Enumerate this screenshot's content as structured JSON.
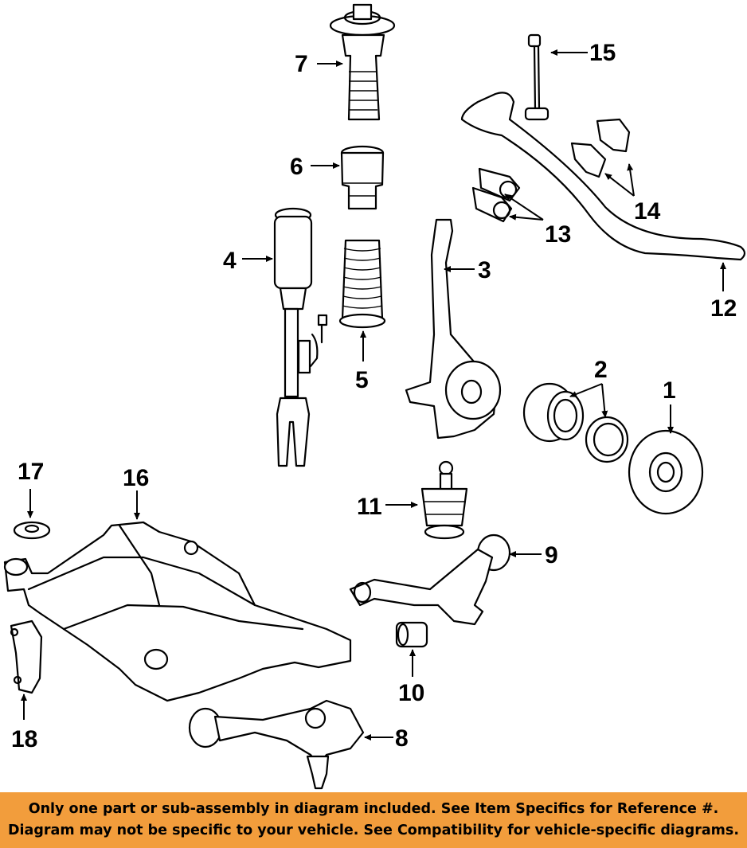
{
  "diagram": {
    "title": "Front Suspension Components",
    "callouts": {
      "c1": "1",
      "c2": "2",
      "c3": "3",
      "c4": "4",
      "c5": "5",
      "c6": "6",
      "c7": "7",
      "c8": "8",
      "c9": "9",
      "c10": "10",
      "c11": "11",
      "c12": "12",
      "c13": "13",
      "c14": "14",
      "c15": "15",
      "c16": "16",
      "c17": "17",
      "c18": "18"
    }
  },
  "banner": {
    "line1": "Only one part or sub-assembly in diagram included. See Item Specifics for Reference #.",
    "line2": "Diagram may not be specific to your vehicle. See Compatibility for vehicle-specific diagrams.",
    "background": "#f29d3c"
  }
}
